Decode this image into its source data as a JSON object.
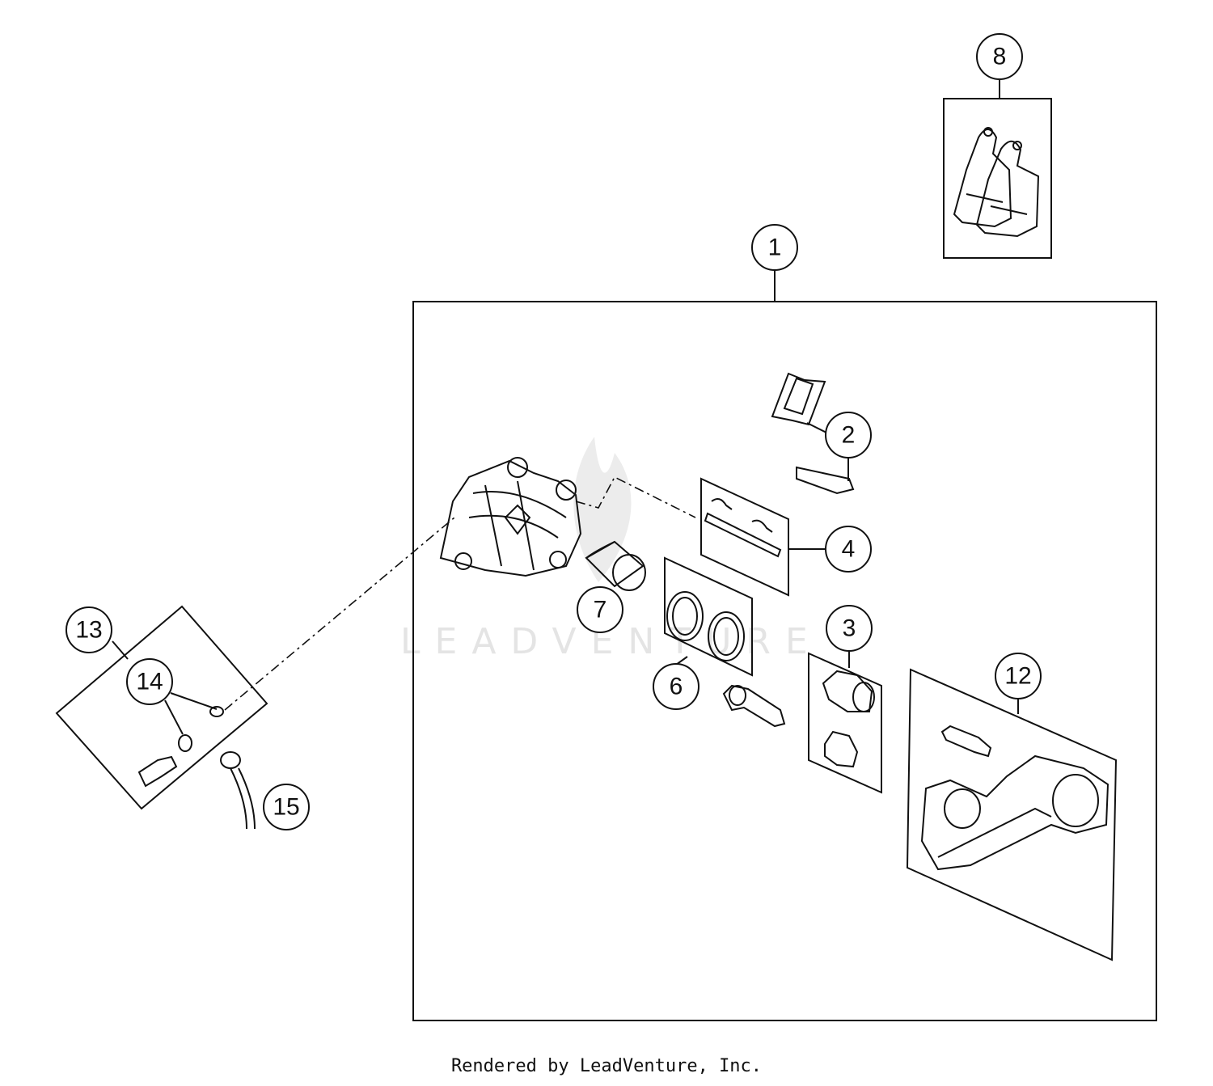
{
  "watermark": "LEADVENTURE",
  "footer": "Rendered by LeadVenture, Inc.",
  "callouts": {
    "c1": "1",
    "c2": "2",
    "c3": "3",
    "c4": "4",
    "c6": "6",
    "c7": "7",
    "c8": "8",
    "c12": "12",
    "c13": "13",
    "c14": "14",
    "c15": "15"
  }
}
